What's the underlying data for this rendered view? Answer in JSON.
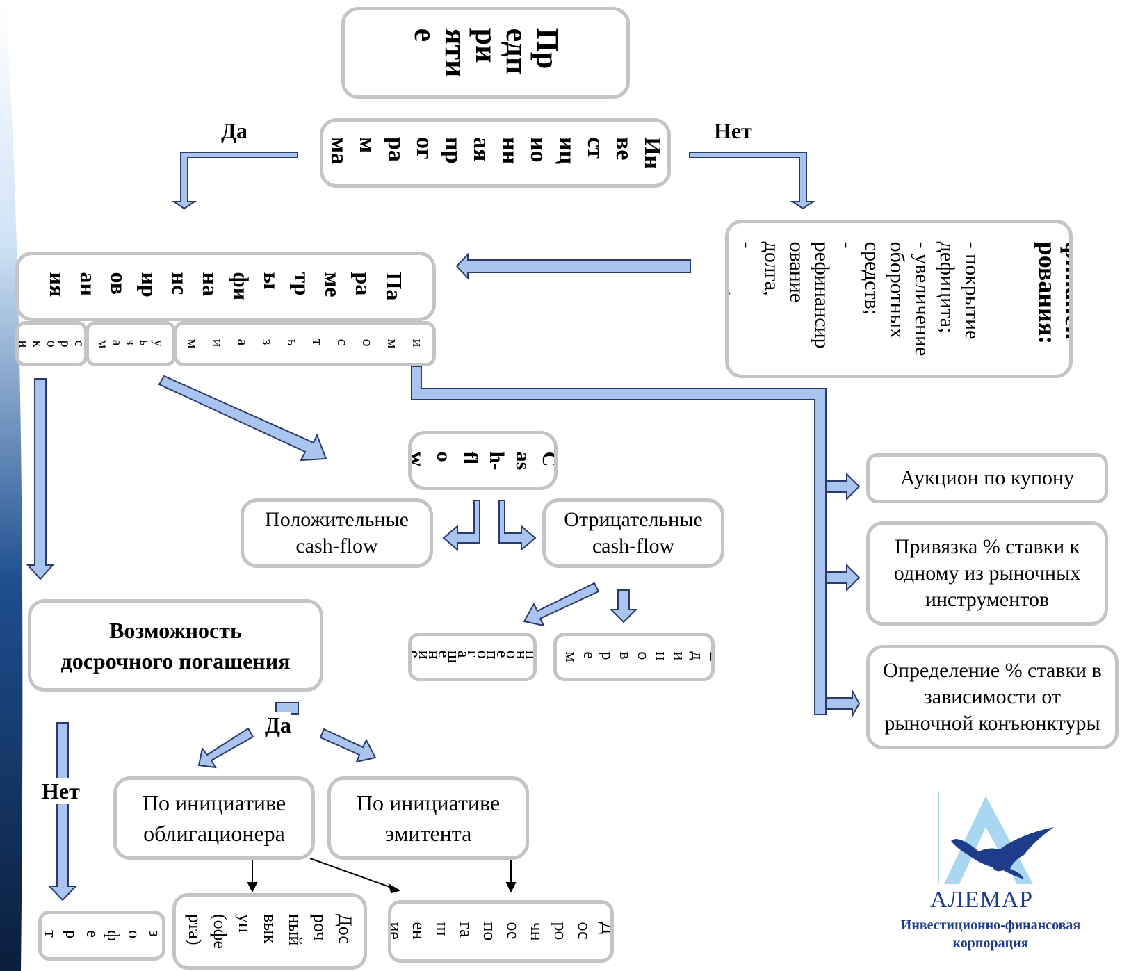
{
  "colors": {
    "arrow_fill": "#a9c4ee",
    "arrow_stroke": "#2b3a67",
    "box_border": "#c4c4c4",
    "logo_blue": "#1f3c8a",
    "logo_light": "#a9d6f0"
  },
  "nodes": {
    "enterprise": "Пр\nедп\nри\nяти\nе",
    "investment_program": "Ин\nве\nст\nиц\nио\nнн\nая\nпр\nог\nра\nм\nма",
    "financing_goals": {
      "title": "Цели\nфинанси\nрования:",
      "items": "- покрытие\nдефицита;\n- увеличение\nоборотных\nсредств;\n-\nрефинансир\nование\nдолга,\n-\nприобретен\nие активов;"
    },
    "financing_params": "Па\nра\nме\nтр\nы\nфи\nна\nнс\nир\nов\nан\nия",
    "param_cost_column": "С\nт\nо\nи\nм\nо\nс\nт\nь\nз\nа\nи\nм\nс\nт\nв",
    "param_mid_column": "у\nь\nз\nа\nм",
    "param_left_column": "с\nр\nо\nк\nи",
    "cash_flow": "С\nas\nh-\nfl\no\nw",
    "positive_cash_flow": "Положительные\ncash-flow",
    "negative_cash_flow": "Отрицательные\ncash-flow",
    "uniform_column": "Е\nд\nи\nн\nо\nв\nр\nе\nм\nе",
    "annuity_column": "н\nн\nо\nе\nп\nо\nг\nа\nш\nе\nн\nи\nе",
    "auction": "Аукцион по купону",
    "rate_binding": "Привязка % ставки к\nодному из рыночных\nинструментов",
    "rate_definition": "Определение % ставки в\nзависимости от\nрыночной конъюнктуры",
    "early_redemption": "Возможность\nдосрочного погашения",
    "holder_initiative": "По инициативе\nоблигационера",
    "issuer_initiative": "По инициативе\nэмитента",
    "early_buyback": "Дос\nроч\nный\nвык\nуп\n(офе\nрта)",
    "early_repayment": "Д\nос\nро\nчн\nое\nпо\nга\nш\nен\nие",
    "offer": "з\nо\nф\nе\nр\nт"
  },
  "labels": {
    "yes_top": "Да",
    "no_top": "Нет",
    "yes_mid": "Да",
    "no_left": "Нет"
  },
  "logo": {
    "brand": "АЛЕМАР",
    "tagline": "Инвестиционно-финансовая\nкорпорация"
  }
}
